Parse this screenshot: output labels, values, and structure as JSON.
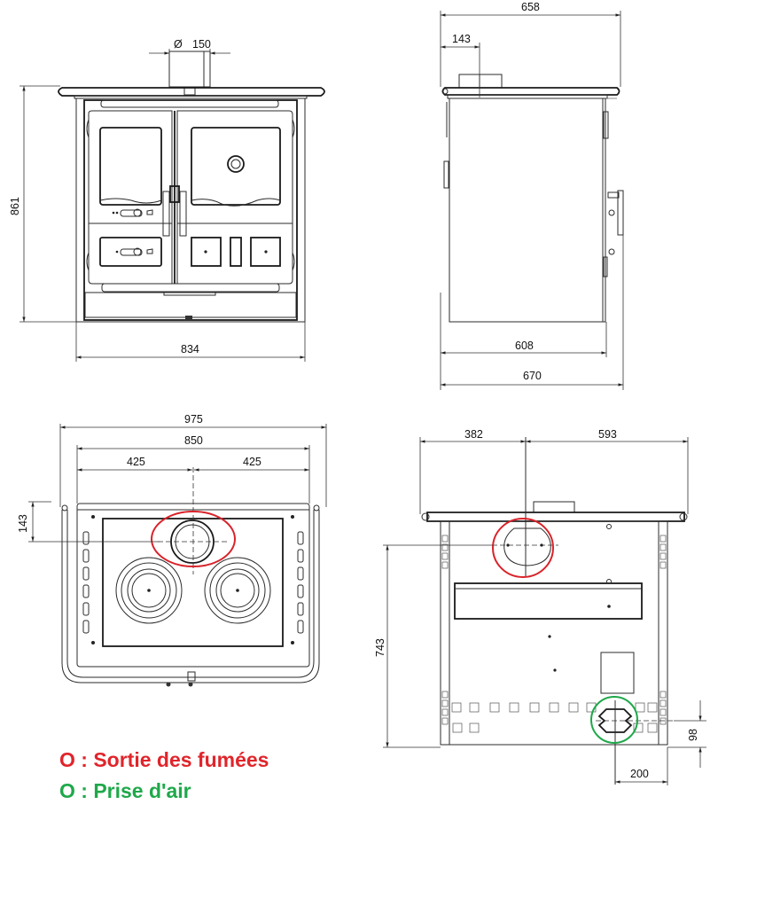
{
  "views": {
    "front": {
      "flue_diameter_label": "Ø",
      "flue_diameter": "150",
      "height": "861",
      "width": "834"
    },
    "side": {
      "overall_depth": "658",
      "flue_offset": "143",
      "body_depth": "608",
      "total_depth": "670"
    },
    "top": {
      "overall_width": "975",
      "body_width": "850",
      "half_left": "425",
      "half_right": "425",
      "flue_offset_from_back": "143"
    },
    "rear": {
      "flue_from_left": "382",
      "flue_to_right": "593",
      "flue_height": "743",
      "air_inlet_height": "98",
      "air_inlet_from_right": "200"
    }
  },
  "legend": {
    "flue_outlet": {
      "marker": "O",
      "label": "O : Sortie des fumées",
      "color": "#e0252b"
    },
    "air_intake": {
      "marker": "O",
      "label": "O : Prise d'air",
      "color": "#1fa84a"
    }
  }
}
